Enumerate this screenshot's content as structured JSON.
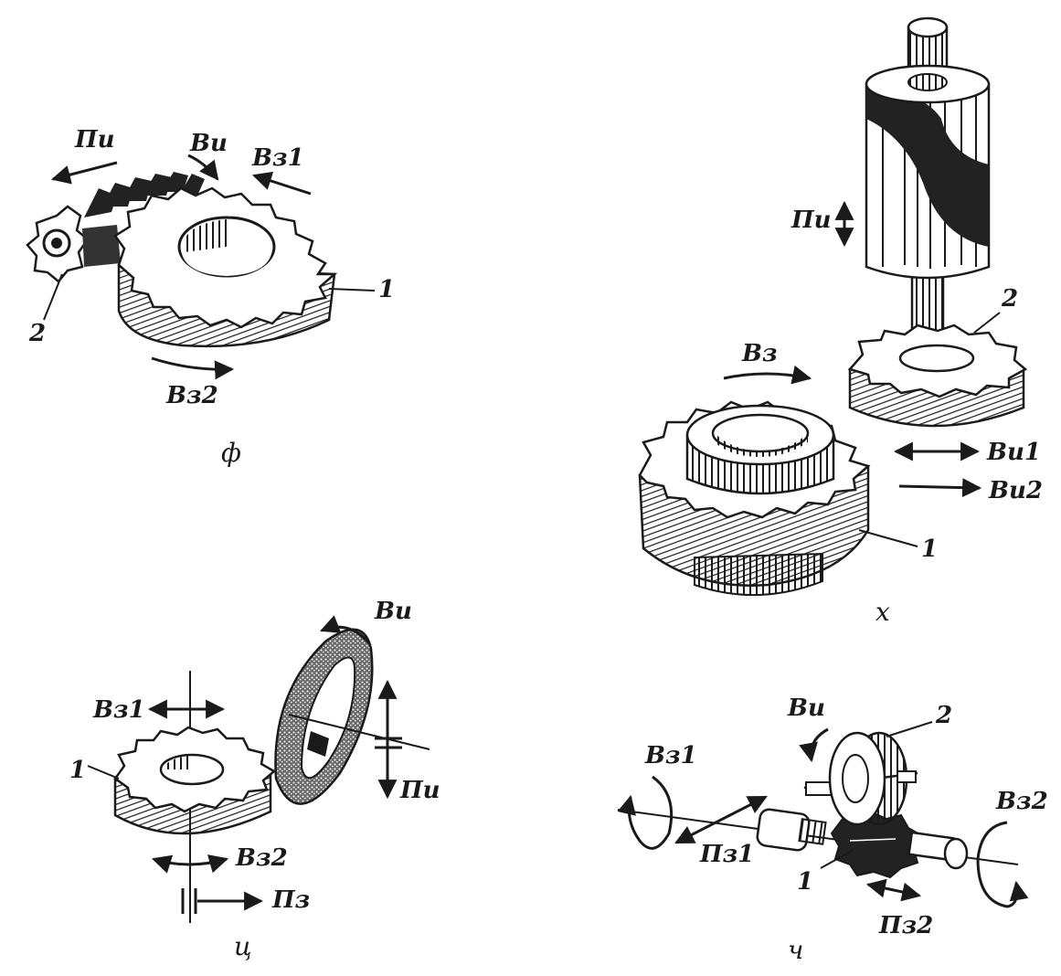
{
  "panels": {
    "f": {
      "caption": "ф",
      "labels": {
        "p_i": "Пи",
        "v_i": "Ви",
        "v_z1": "Вз1",
        "v_z2": "Вз2",
        "n1": "1",
        "n2": "2"
      }
    },
    "kh": {
      "caption": "х",
      "labels": {
        "p_i": "Пи",
        "v_z": "Вз",
        "v_i1": "Ви1",
        "v_i2": "Ви2",
        "n1": "1",
        "n2": "2"
      }
    },
    "ts": {
      "caption": "ц",
      "labels": {
        "v_i": "Ви",
        "v_z1": "Вз1",
        "v_z2": "Вз2",
        "p_i": "Пи",
        "p_z": "Пз",
        "n1": "1"
      }
    },
    "ch": {
      "caption": "ч",
      "labels": {
        "v_i": "Ви",
        "v_z1": "Вз1",
        "v_z2": "Вз2",
        "p_z1": "Пз1",
        "p_z2": "Пз2",
        "n1": "1",
        "n2": "2"
      }
    }
  },
  "colors": {
    "ink": "#1a1a1a",
    "paper": "#ffffff",
    "shade": "#555555"
  }
}
